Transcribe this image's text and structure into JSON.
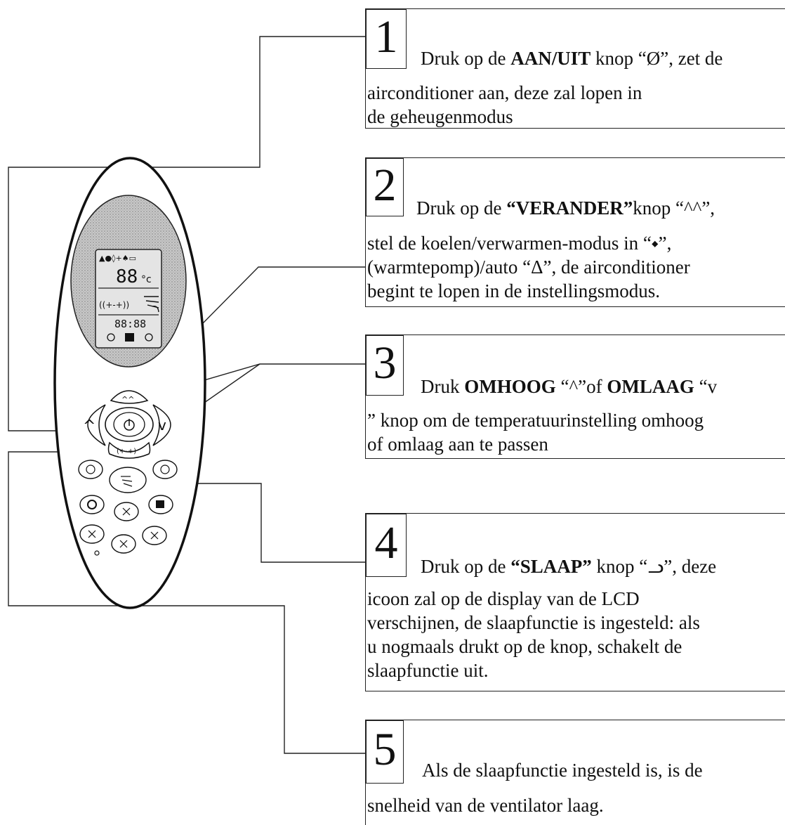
{
  "steps": [
    {
      "number": "1",
      "head_pre": "Druk op de ",
      "head_bold": "AAN/UIT",
      "head_post": " knop “Ø”, zet de",
      "body": "airconditioner aan, deze zal lopen in\nde geheugenmodus"
    },
    {
      "number": "2",
      "head_pre": "Druk op de ",
      "head_bold": "“VERANDER”",
      "head_post": "knop “^^”,",
      "body": "stel de koelen/verwarmen-modus in “⬩”,\n(warmtepomp)/auto “Δ”, de airconditioner\nbegint te lopen in de instellingsmodus."
    },
    {
      "number": "3",
      "head_pre": "Druk ",
      "head_bold": "OMHOOG",
      "head_mid": " “^”of ",
      "head_bold2": "OMLAAG",
      "head_post": " “v",
      "body": "” knop om de temperatuurinstelling omhoog\nof omlaag aan te passen"
    },
    {
      "number": "4",
      "head_pre": "Druk op de ",
      "head_bold": "“SLAAP”",
      "head_post": " knop “ᓗ”, deze",
      "body": "icoon zal op de display van de LCD\nverschijnen, de slaapfunctie is ingesteld: als\nu nogmaals drukt op de knop, schakelt de\nslaapfunctie uit."
    },
    {
      "number": "5",
      "head_pre": "",
      "head_bold": "",
      "head_post": "Als de slaapfunctie ingesteld is, is de",
      "body": "snelheid van de ventilator laag."
    }
  ],
  "remote": {
    "display_temp": "88",
    "display_unit": "°c",
    "display_clock": "88:88",
    "display_fan": "((+-+))",
    "btn_up": "^",
    "btn_down": "v",
    "btn_mode": "^^",
    "btn_fan": "(+-+)"
  }
}
